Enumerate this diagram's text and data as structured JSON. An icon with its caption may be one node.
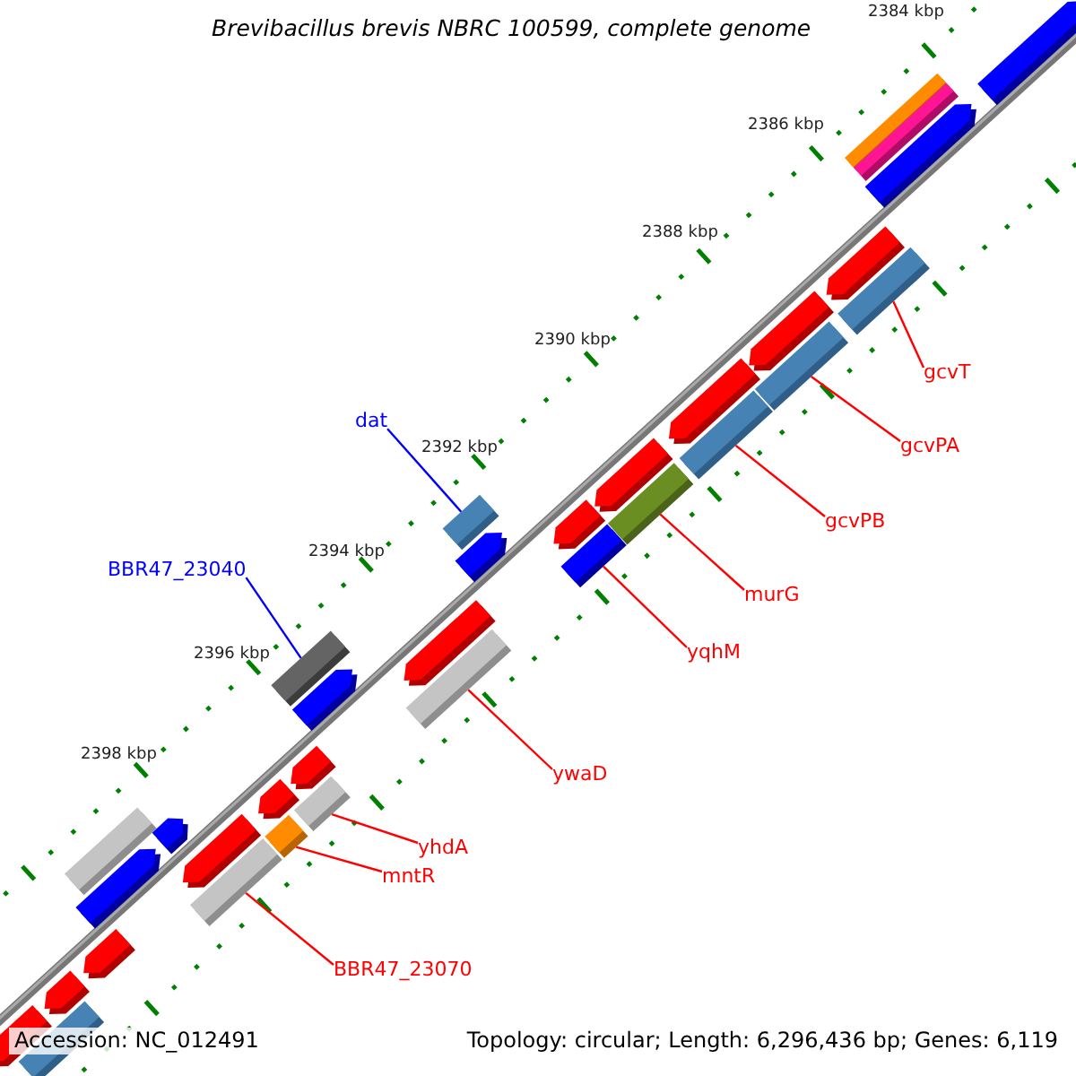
{
  "diagram": {
    "title": "Brevibacillus brevis NBRC 100599, complete genome",
    "nodes": [
      {
        "text": [
          "gcvT"
        ]
      },
      {
        "text": [],
        "shape": "box"
      },
      {
        "text": [
          "dat"
        ]
      },
      {
        "text": [],
        "shape": "box"
      },
      {
        "text": [
          "gcvPA"
        ]
      },
      {
        "text": [],
        "shape": "box"
      },
      {
        "text": [
          "gcvPB"
        ]
      },
      {
        "text": [],
        "shape": "box"
      },
      {
        "text": [
          "BBR47_23040"
        ]
      },
      {
        "text": [],
        "shape": "box"
      },
      {
        "text": [
          "murG"
        ]
      },
      {
        "text": [],
        "shape": "box"
      },
      {
        "text": [
          "yqhM"
        ]
      },
      {
        "text": [],
        "shape": "box"
      },
      {
        "text": [
          "ywaD"
        ]
      },
      {
        "text": [],
        "shape": "box"
      },
      {
        "text": [
          "yhdA"
        ]
      },
      {
        "text": [],
        "shape": "box"
      },
      {
        "text": [
          "mntR"
        ]
      },
      {
        "text": [],
        "shape": "box"
      },
      {
        "text": [
          "BBR47_23070"
        ]
      },
      {
        "text": [],
        "shape": "box"
      },
      {
        "text": [],
        "shape": "arrow"
      },
      {
        "text": [],
        "shape": "box"
      },
      {
        "text": [],
        "shape": "box"
      },
      {
        "text": [],
        "shape": "arrow"
      },
      {
        "text": [],
        "shape": "arrow"
      },
      {
        "text": [],
        "shape": "arrow"
      },
      {
        "text": [],
        "shape": "arrow"
      },
      {
        "text": [],
        "shape": "arrow"
      },
      {
        "text": [],
        "shape": "arrow"
      },
      {
        "text": [],
        "shape": "arrow"
      },
      {
        "text": [],
        "shape": "arrow"
      },
      {
        "text": [],
        "shape": "arrow"
      },
      {
        "text": [],
        "shape": "arrow"
      },
      {
        "text": [],
        "shape": "arrow"
      },
      {
        "text": [],
        "shape": "arrow"
      },
      {
        "text": [],
        "shape": "box"
      },
      {
        "text": [],
        "shape": "arrow"
      },
      {
        "text": [],
        "shape": "arrow"
      },
      {
        "text": [],
        "shape": "arrow"
      },
      {
        "text": [],
        "shape": "arrow"
      },
      {
        "text": [],
        "shape": "arrow"
      },
      {
        "text": [],
        "shape": "box"
      }
    ],
    "edges": [
      {
        "from": 0,
        "to": 1,
        "arrow": "none"
      },
      {
        "from": 2,
        "to": 3,
        "arrow": "none",
        "color": "#0000ff"
      },
      {
        "from": 4,
        "to": 5,
        "arrow": "none"
      },
      {
        "from": 6,
        "to": 7,
        "arrow": "none"
      },
      {
        "from": 8,
        "to": 9,
        "arrow": "none",
        "color": "#0000ff"
      },
      {
        "from": 10,
        "to": 11,
        "arrow": "none"
      },
      {
        "from": 12,
        "to": 13,
        "arrow": "none"
      },
      {
        "from": 14,
        "to": 15,
        "arrow": "none"
      },
      {
        "from": 16,
        "to": 17,
        "arrow": "none"
      },
      {
        "from": 18,
        "to": 19,
        "arrow": "none"
      },
      {
        "from": 20,
        "to": 21,
        "arrow": "none"
      }
    ],
    "labels": [
      "2384 kbp",
      "2386 kbp",
      "2388 kbp",
      "2390 kbp",
      "2392 kbp",
      "2394 kbp",
      "2396 kbp",
      "2398 kbp",
      "Accession: NC_012491",
      "Topology: circular; Length: 6,296,436 bp; Genes: 6,119"
    ]
  }
}
